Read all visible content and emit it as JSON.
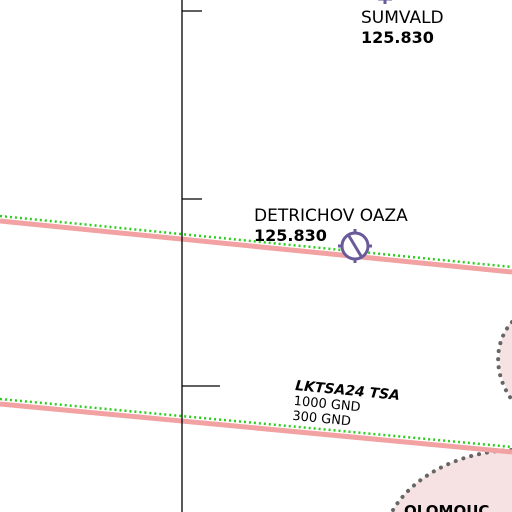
{
  "map": {
    "colors": {
      "background": "#ffffff",
      "route_line": "#f2a2a2",
      "route_dots": "#2ecc1f",
      "meridian": "#000000",
      "waypoint_symbol": "#6a5a9a",
      "restricted_fill": "#f6e2e2",
      "restricted_border": "#666666"
    },
    "waypoints": [
      {
        "name": "SUMVALD",
        "frequency": "125.830"
      },
      {
        "name": "DETRICHOV OAZA",
        "frequency": "125.830"
      }
    ],
    "tsa": {
      "designator": "LKTSA24 TSA",
      "upper_limit": "1000 GND",
      "lower_limit": "300 GND"
    },
    "partial_label": "OLOMOUC",
    "icons": {
      "waypoint": "vor-reporting-point-icon",
      "meridian": "meridian-line"
    }
  }
}
